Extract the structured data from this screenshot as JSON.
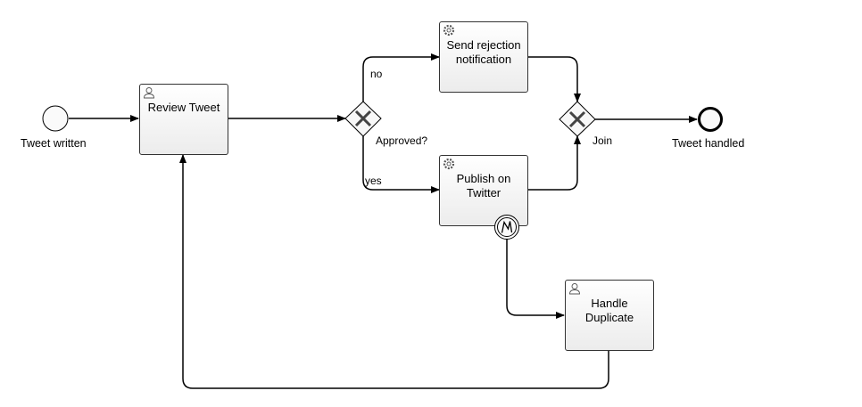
{
  "process": {
    "start_event": {
      "label": "Tweet written"
    },
    "review_task": {
      "label": "Review Tweet",
      "kind": "user-task"
    },
    "approval_gateway": {
      "label": "Approved?",
      "kind": "exclusive-gateway"
    },
    "flow_no": {
      "label": "no"
    },
    "flow_yes": {
      "label": "yes"
    },
    "rejection_task": {
      "label": "Send rejection notification",
      "kind": "service-task"
    },
    "publish_task": {
      "label": "Publish on Twitter",
      "kind": "service-task"
    },
    "boundary_error": {
      "kind": "error-boundary-event"
    },
    "duplicate_task": {
      "label": "Handle Duplicate",
      "kind": "user-task"
    },
    "join_gateway": {
      "label": "Join",
      "kind": "exclusive-gateway"
    },
    "end_event": {
      "label": "Tweet handled"
    }
  },
  "colors": {
    "stroke": "#000000",
    "task_fill_top": "#ffffff",
    "task_fill_bottom": "#ececec"
  }
}
